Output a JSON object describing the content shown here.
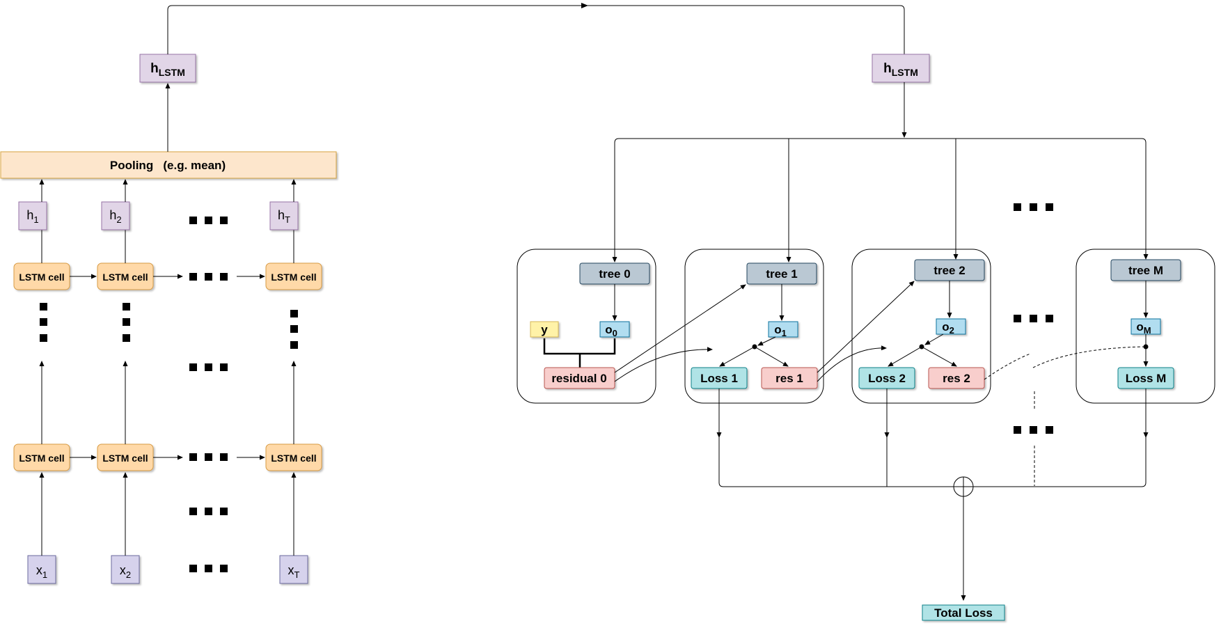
{
  "colors": {
    "lstm_fill": "#ffd9a8",
    "lstm_stroke": "#d79b45",
    "hidden_fill": "#e1d5e7",
    "hidden_stroke": "#9673a6",
    "input_fill": "#d6d2ec",
    "input_stroke": "#6c6a9e",
    "pooling_fill": "#fde6cc",
    "pooling_stroke": "#d6a441",
    "tree_fill": "#bac8d3",
    "tree_stroke": "#23445d",
    "output_fill": "#b1ddf0",
    "output_stroke": "#10739e",
    "target_fill": "#fff2a8",
    "target_stroke": "#d6b656",
    "residual_fill": "#f8cecc",
    "residual_stroke": "#b85450",
    "loss_fill": "#b0e3e6",
    "loss_stroke": "#0e8088",
    "line": "#000000"
  },
  "lstm": {
    "inputs": [
      {
        "base": "x",
        "sub": "1"
      },
      {
        "base": "x",
        "sub": "2"
      },
      {
        "base": "x",
        "sub": "T"
      }
    ],
    "hidden": [
      {
        "base": "h",
        "sub": "1"
      },
      {
        "base": "h",
        "sub": "2"
      },
      {
        "base": "h",
        "sub": "T"
      }
    ],
    "cell_label": "LSTM cell",
    "pooling_label": "Pooling   (e.g. mean)",
    "h_lstm": {
      "base": "h",
      "sub": "LSTM"
    }
  },
  "trees": [
    {
      "tree": "tree 0",
      "output": {
        "base": "o",
        "sub": "0"
      },
      "residual": "residual 0",
      "target": "y"
    },
    {
      "tree": "tree 1",
      "output": {
        "base": "o",
        "sub": "1"
      },
      "loss": "Loss 1",
      "residual": "res 1"
    },
    {
      "tree": "tree 2",
      "output": {
        "base": "o",
        "sub": "2"
      },
      "loss": "Loss 2",
      "residual": "res 2"
    },
    {
      "tree": "tree M",
      "output": {
        "base": "o",
        "sub": "M"
      },
      "loss": "Loss M"
    }
  ],
  "total_loss": "Total Loss"
}
